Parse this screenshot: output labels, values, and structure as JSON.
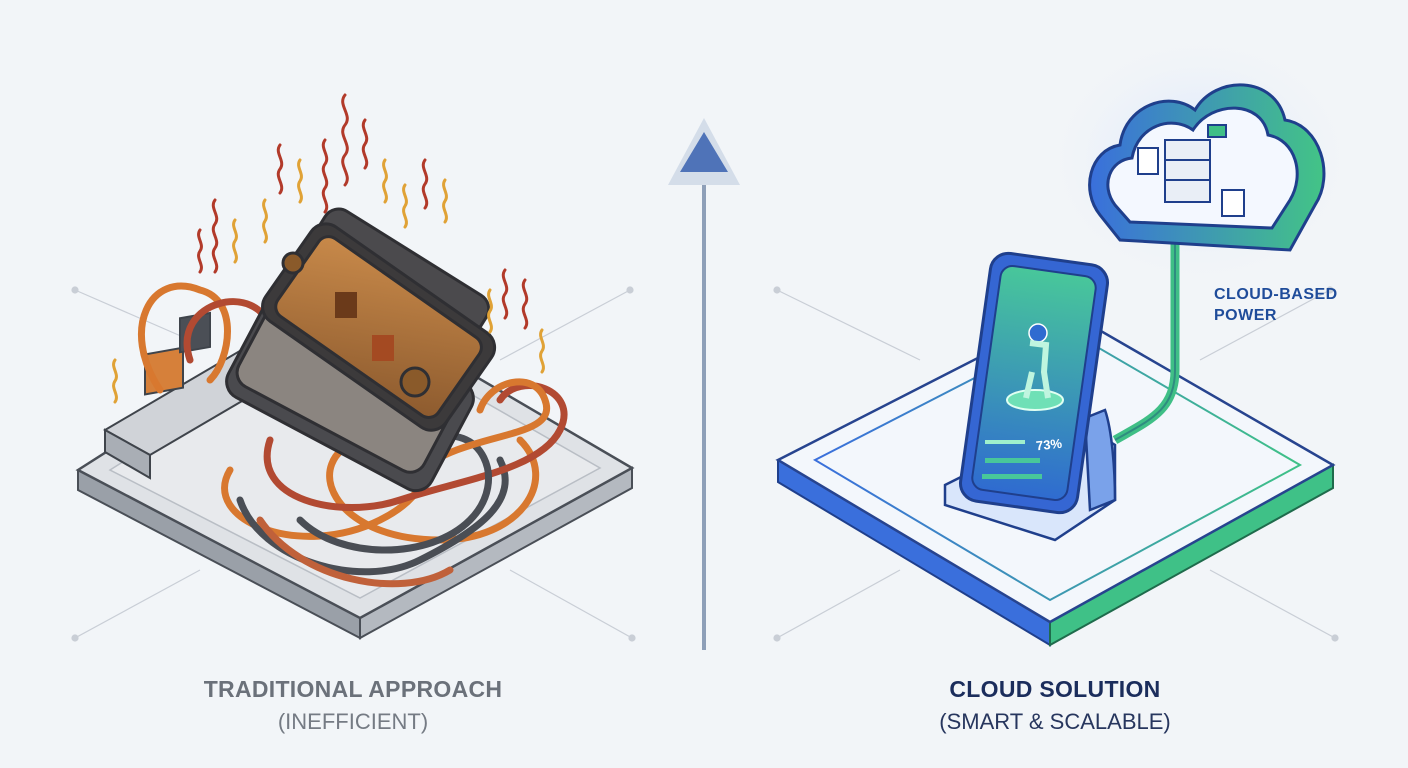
{
  "left_panel": {
    "title": "TRADITIONAL APPROACH",
    "subtitle": "(INEFFICIENT)",
    "icons": [
      "overheating-phones-icon",
      "tangled-cables-icon",
      "power-strip-icon",
      "heat-waves-icon"
    ]
  },
  "divider": {
    "icon": "up-arrow-icon"
  },
  "right_panel": {
    "title": "CLOUD SOLUTION",
    "subtitle": "(SMART & SCALABLE)",
    "cloud_label": "CLOUD-BASED POWER",
    "phone_screen_value": "73%",
    "icons": [
      "cloud-server-icon",
      "phone-on-stand-icon"
    ]
  },
  "colors": {
    "background": "#f2f5f8",
    "traditional_title": "#6b717a",
    "cloud_title": "#1b2d5c",
    "cloud_blue": "#3b6fd8",
    "cloud_green": "#3fbf86",
    "heat_red": "#b23a2a",
    "heat_orange": "#e0a236"
  }
}
